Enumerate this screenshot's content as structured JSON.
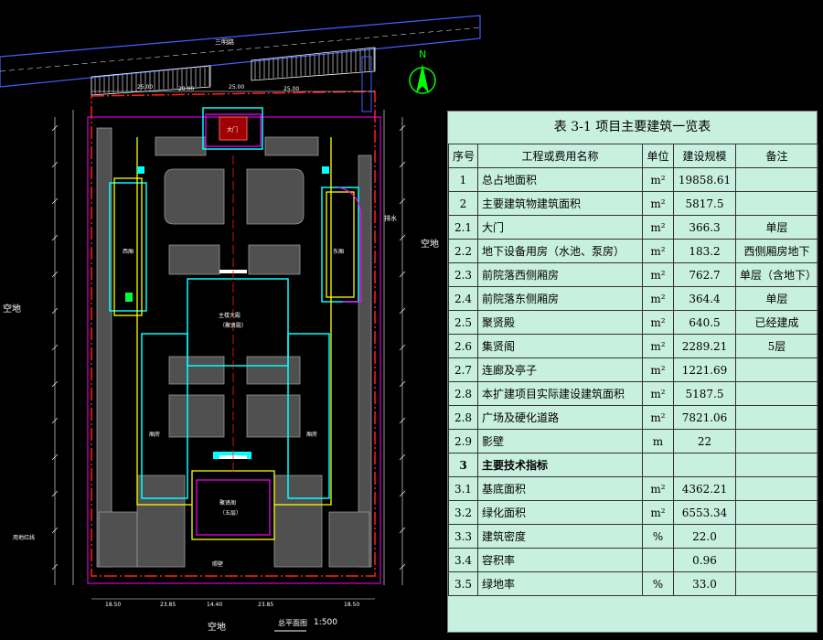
{
  "drawing": {
    "road_label": "三明路",
    "north_label": "N",
    "labels": {
      "west_land": "空地",
      "east_land": "空地",
      "south_land": "空地",
      "gate": "大门",
      "main_hall": "主楼大殿",
      "main_hall_sub": "（聚贤殿）",
      "rear_hall": "聚贤阁",
      "rear_hall_sub": "（五层）",
      "west_wing": "西厢",
      "east_wing": "东厢",
      "west_room": "厢房",
      "east_room": "厢房",
      "wall_label": "照壁",
      "boundary_label": "用地红线",
      "drain_label": "排水",
      "scale_title": "总平面图",
      "scale": "1:500"
    },
    "dimensions_top": [
      "25.00",
      "20.00",
      "25.00",
      "25.00"
    ],
    "dimensions_bottom": [
      "18.50",
      "23.85",
      "14.40",
      "23.85",
      "18.50"
    ]
  },
  "table": {
    "title": "表 3-1  项目主要建筑一览表",
    "headers": [
      "序号",
      "工程或费用名称",
      "单位",
      "建设规模",
      "备注"
    ],
    "rows": [
      {
        "no": "1",
        "name": "总占地面积",
        "unit": "m²",
        "scale": "19858.61",
        "note": ""
      },
      {
        "no": "2",
        "name": "主要建筑物建筑面积",
        "unit": "m²",
        "scale": "5817.5",
        "note": ""
      },
      {
        "no": "2.1",
        "name": "大门",
        "unit": "m²",
        "scale": "366.3",
        "note": "单层"
      },
      {
        "no": "2.2",
        "name": "地下设备用房（水池、泵房）",
        "unit": "m²",
        "scale": "183.2",
        "note": "西侧厢房地下"
      },
      {
        "no": "2.3",
        "name": "前院落西侧厢房",
        "unit": "m²",
        "scale": "762.7",
        "note": "单层（含地下）"
      },
      {
        "no": "2.4",
        "name": "前院落东侧厢房",
        "unit": "m²",
        "scale": "364.4",
        "note": "单层"
      },
      {
        "no": "2.5",
        "name": "聚贤殿",
        "unit": "m²",
        "scale": "640.5",
        "note": "已经建成"
      },
      {
        "no": "2.6",
        "name": "集贤阁",
        "unit": "m²",
        "scale": "2289.21",
        "note": "5层"
      },
      {
        "no": "2.7",
        "name": "连廊及亭子",
        "unit": "m²",
        "scale": "1221.69",
        "note": ""
      },
      {
        "no": "2.8",
        "name": "本扩建项目实际建设建筑面积",
        "unit": "m²",
        "scale": "5187.5",
        "note": ""
      },
      {
        "no": "2.8",
        "name": "广场及硬化道路",
        "unit": "m²",
        "scale": "7821.06",
        "note": ""
      },
      {
        "no": "2.9",
        "name": "影壁",
        "unit": "m",
        "scale": "22",
        "note": ""
      },
      {
        "no": "3",
        "name": "主要技术指标",
        "unit": "",
        "scale": "",
        "note": "",
        "bold": true
      },
      {
        "no": "3.1",
        "name": "基底面积",
        "unit": "m²",
        "scale": "4362.21",
        "note": ""
      },
      {
        "no": "3.2",
        "name": "绿化面积",
        "unit": "m²",
        "scale": "6553.34",
        "note": ""
      },
      {
        "no": "3.3",
        "name": "建筑密度",
        "unit": "%",
        "scale": "22.0",
        "note": ""
      },
      {
        "no": "3.4",
        "name": "容积率",
        "unit": "",
        "scale": "0.96",
        "note": ""
      },
      {
        "no": "3.5",
        "name": "绿地率",
        "unit": "%",
        "scale": "33.0",
        "note": ""
      }
    ]
  },
  "colors": {
    "background": "#000000",
    "boundary": "#ff2020",
    "building": "#00ffff",
    "green": "#606060",
    "road": "#4060ff",
    "table_bg": "#c8f0e0",
    "yellow": "#ffff00",
    "magenta": "#ff00ff"
  }
}
